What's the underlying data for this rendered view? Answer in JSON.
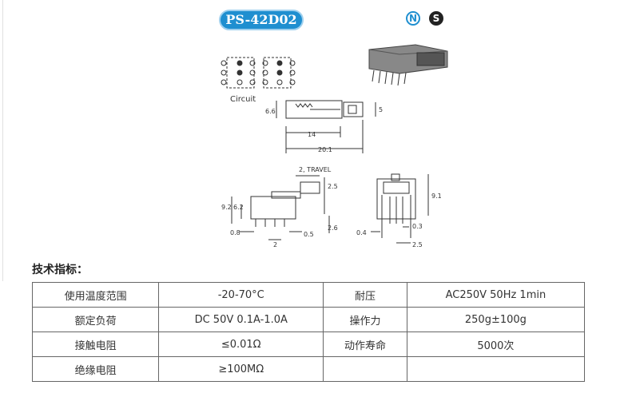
{
  "header": {
    "model": "PS-42D02",
    "cert_n": "N",
    "cert_s": "S"
  },
  "drawing": {
    "circuit_label": "Circuit",
    "dims": {
      "h66": "6.6",
      "w14": "14",
      "w201": "20.1",
      "w5": "5",
      "travel": "2, TRAVEL",
      "d25top": "2.5",
      "d92": "9.2",
      "d62": "6.2",
      "d26": "2.6",
      "d08": "0.8",
      "d2": "2",
      "d05": "0.5",
      "d91": "9.1",
      "d04": "0.4",
      "d03": "0.3",
      "d25": "2.5"
    }
  },
  "specs": {
    "title": "技术指标：",
    "rows": [
      {
        "k1": "使用温度范围",
        "v1": "-20-70°C",
        "k2": "耐压",
        "v2": "AC250V 50Hz 1min"
      },
      {
        "k1": "额定负荷",
        "v1": "DC 50V 0.1A-1.0A",
        "k2": "操作力",
        "v2": "250g±100g"
      },
      {
        "k1": "接触电阻",
        "v1": "≤0.01Ω",
        "k2": "动作寿命",
        "v2": "5000次"
      },
      {
        "k1": "绝缘电阻",
        "v1": "≥100MΩ",
        "k2": "",
        "v2": ""
      }
    ]
  },
  "colors": {
    "badge": "#1f8fd0",
    "line": "#333333"
  }
}
